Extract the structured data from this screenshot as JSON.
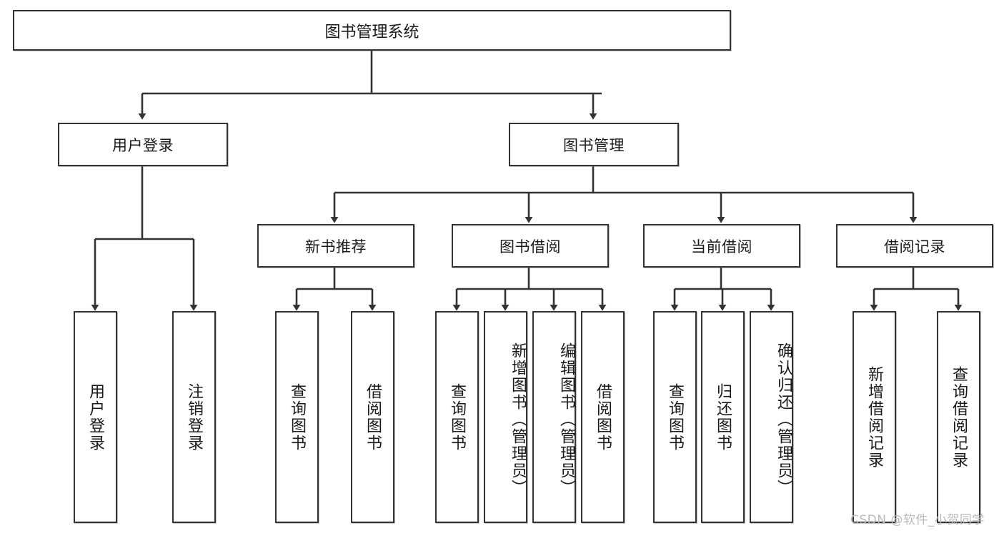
{
  "diagram": {
    "type": "tree-hierarchy-chart",
    "title": "图书管理系统",
    "orientation": "top-down",
    "colors": {
      "box_border": "#333333",
      "box_fill": "#ffffff",
      "connector": "#333333",
      "text": "#1a1a1a",
      "watermark": "#b9b9b9",
      "background": "#ffffff"
    },
    "nodes": {
      "root": {
        "label": "图书管理系统",
        "level": 0
      },
      "level1": [
        {
          "id": "user-login",
          "label": "用户登录"
        },
        {
          "id": "book-management",
          "label": "图书管理"
        }
      ],
      "level2": [
        {
          "id": "new-book-recommend",
          "label": "新书推荐",
          "parent": "book-management"
        },
        {
          "id": "book-borrow",
          "label": "图书借阅",
          "parent": "book-management"
        },
        {
          "id": "current-borrow",
          "label": "当前借阅",
          "parent": "book-management"
        },
        {
          "id": "borrow-record",
          "label": "借阅记录",
          "parent": "book-management"
        }
      ],
      "leaves": {
        "user_login": [
          {
            "id": "leaf-user-login",
            "label": "用户登录"
          },
          {
            "id": "leaf-logout",
            "label": "注销登录"
          }
        ],
        "new_book_recommend": [
          {
            "id": "leaf-query-book-1",
            "label": "查询图书"
          },
          {
            "id": "leaf-borrow-book-1",
            "label": "借阅图书"
          }
        ],
        "book_borrow": [
          {
            "id": "leaf-query-book-2",
            "label": "查询图书"
          },
          {
            "id": "leaf-add-book",
            "label": "新增图书（管理员）"
          },
          {
            "id": "leaf-edit-book",
            "label": "编辑图书（管理员）"
          },
          {
            "id": "leaf-borrow-book-2",
            "label": "借阅图书"
          }
        ],
        "current_borrow": [
          {
            "id": "leaf-query-book-3",
            "label": "查询图书"
          },
          {
            "id": "leaf-return-book",
            "label": "归还图书"
          },
          {
            "id": "leaf-confirm-return",
            "label": "确认归还（管理员）"
          }
        ],
        "borrow_record": [
          {
            "id": "leaf-add-record",
            "label": "新增借阅记录"
          },
          {
            "id": "leaf-query-record",
            "label": "查询借阅记录"
          }
        ]
      }
    }
  },
  "watermark": {
    "text": "CSDN @软件_小贺同学"
  }
}
